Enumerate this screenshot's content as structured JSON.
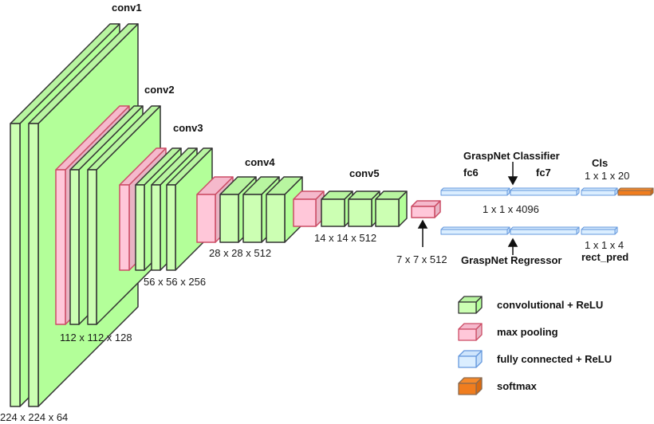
{
  "colors": {
    "conv": {
      "front": "#ccffb3",
      "side": "#b3ff99",
      "top": "#b8f5a0",
      "stroke": "#333333"
    },
    "pool": {
      "front": "#ffc7d9",
      "side": "#e8b4c4",
      "top": "#f5b9cc",
      "stroke": "#cc4d66"
    },
    "fc": {
      "front": "#dbeeff",
      "side": "#c4defa",
      "top": "#cfe5fc",
      "stroke": "#6699dd"
    },
    "softmax": {
      "front": "#f07d1e",
      "side": "#d96a10",
      "top": "#f5892a",
      "stroke": "#8a6a50"
    }
  },
  "layers": [
    {
      "name": "conv1",
      "label": "conv1",
      "dims": "224 x 224 x 64"
    },
    {
      "name": "conv2",
      "label": "conv2",
      "dims": "112 x 112 x 128"
    },
    {
      "name": "conv3",
      "label": "conv3",
      "dims": "56 x 56 x 256"
    },
    {
      "name": "conv4",
      "label": "conv4",
      "dims": "28 x 28 x 512"
    },
    {
      "name": "conv5",
      "label": "conv5",
      "dims": "14 x 14 x 512"
    },
    {
      "name": "pool5",
      "label": "",
      "dims": "7 x 7 x 512"
    }
  ],
  "heads": {
    "classifier_title": "GraspNet Classifier",
    "regressor_title": "GraspNet Regressor",
    "fc6": "fc6",
    "fc7": "fc7",
    "fc_dims": "1 x 1 x 4096",
    "cls_title": "Cls",
    "cls_dims": "1 x 1 x 20",
    "rect_dims": "1 x 1 x 4",
    "rect_title": "rect_pred"
  },
  "legend": [
    {
      "type": "conv",
      "label": "convolutional + ReLU"
    },
    {
      "type": "pool",
      "label": "max pooling"
    },
    {
      "type": "fc",
      "label": "fully connected + ReLU"
    },
    {
      "type": "softmax",
      "label": "softmax"
    }
  ]
}
